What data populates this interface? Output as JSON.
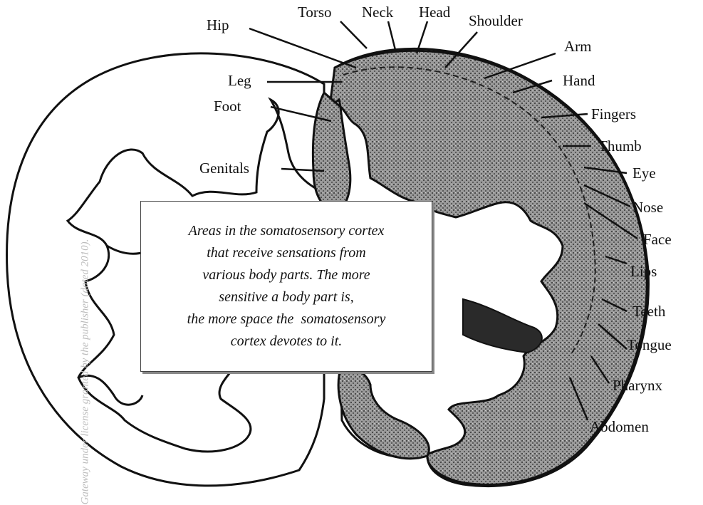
{
  "labels": {
    "hip": "Hip",
    "torso": "Torso",
    "neck": "Neck",
    "head": "Head",
    "shoulder": "Shoulder",
    "arm": "Arm",
    "hand": "Hand",
    "leg": "Leg",
    "foot": "Foot",
    "fingers": "Fingers",
    "thumb": "Thumb",
    "genitals": "Genitals",
    "eye": "Eye",
    "nose": "Nose",
    "face": "Face",
    "lips": "Lips",
    "teeth": "Teeth",
    "tongue": "Tongue",
    "pharynx": "Pharynx",
    "abdomen": "Abdomen"
  },
  "caption": {
    "line1": "Areas in the somatosensory cortex",
    "line2": "that receive sensations from",
    "line3": "various body parts. The more",
    "line4": "sensitive a body part is,",
    "line5": "the more space the  somatosensory",
    "line6": "cortex devotes to it."
  },
  "watermark": "Gateway under license granted by the publisher (dated 2010).",
  "colors": {
    "cortex_fill": "#8a8a8a",
    "outline": "#111111"
  }
}
